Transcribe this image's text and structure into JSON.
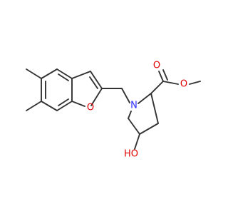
{
  "molecule": {
    "atoms": {
      "ring_o": "O",
      "n": "N",
      "carbonyl_o": "O",
      "ester_o": "O",
      "hydroxyl": "HO"
    },
    "colors": {
      "bond": "#333333",
      "oxygen": "#e00000",
      "nitrogen": "#2b2bff",
      "background": "#ffffff"
    }
  }
}
